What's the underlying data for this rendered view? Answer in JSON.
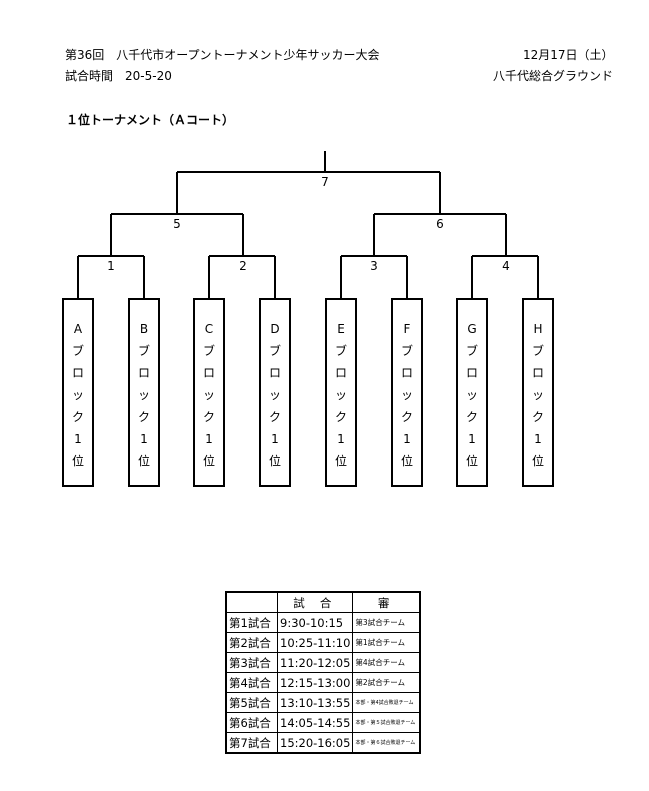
{
  "header": {
    "event_title": "第36回　八千代市オープントーナメント少年サッカー大会",
    "date": "12月17日（土）",
    "match_time": "試合時間　20-5-20",
    "venue": "八千代総合グラウンド"
  },
  "section_title": "１位トーナメント（Ａコート）",
  "bracket": {
    "final_number": "7",
    "semifinal_numbers": [
      "5",
      "6"
    ],
    "first_round_numbers": [
      "1",
      "2",
      "3",
      "4"
    ],
    "teams": [
      {
        "letter": "A",
        "rest": [
          "ブ",
          "ロ",
          "ッ",
          "ク",
          "1",
          "位"
        ]
      },
      {
        "letter": "B",
        "rest": [
          "ブ",
          "ロ",
          "ッ",
          "ク",
          "1",
          "位"
        ]
      },
      {
        "letter": "C",
        "rest": [
          "ブ",
          "ロ",
          "ッ",
          "ク",
          "1",
          "位"
        ]
      },
      {
        "letter": "D",
        "rest": [
          "ブ",
          "ロ",
          "ッ",
          "ク",
          "1",
          "位"
        ]
      },
      {
        "letter": "E",
        "rest": [
          "ブ",
          "ロ",
          "ッ",
          "ク",
          "1",
          "位"
        ]
      },
      {
        "letter": "F",
        "rest": [
          "ブ",
          "ロ",
          "ッ",
          "ク",
          "1",
          "位"
        ]
      },
      {
        "letter": "G",
        "rest": [
          "ブ",
          "ロ",
          "ッ",
          "ク",
          "1",
          "位"
        ]
      },
      {
        "letter": "H",
        "rest": [
          "ブ",
          "ロ",
          "ッ",
          "ク",
          "1",
          "位"
        ]
      }
    ]
  },
  "schedule": {
    "headers": [
      "",
      "試 合",
      "審"
    ],
    "rows": [
      {
        "match": "第1試合",
        "time": "9:30-10:15",
        "referee": "第3試合チーム"
      },
      {
        "match": "第2試合",
        "time": "10:25-11:10",
        "referee": "第1試合チーム"
      },
      {
        "match": "第3試合",
        "time": "11:20-12:05",
        "referee": "第4試合チーム"
      },
      {
        "match": "第4試合",
        "time": "12:15-13:00",
        "referee": "第2試合チーム"
      },
      {
        "match": "第5試合",
        "time": "13:10-13:55",
        "referee": "本部・第4試合敗退チーム"
      },
      {
        "match": "第6試合",
        "time": "14:05-14:55",
        "referee": "本部・第５試合敗退チーム"
      },
      {
        "match": "第7試合",
        "time": "15:20-16:05",
        "referee": "本部・第６試合敗退チーム"
      }
    ]
  }
}
